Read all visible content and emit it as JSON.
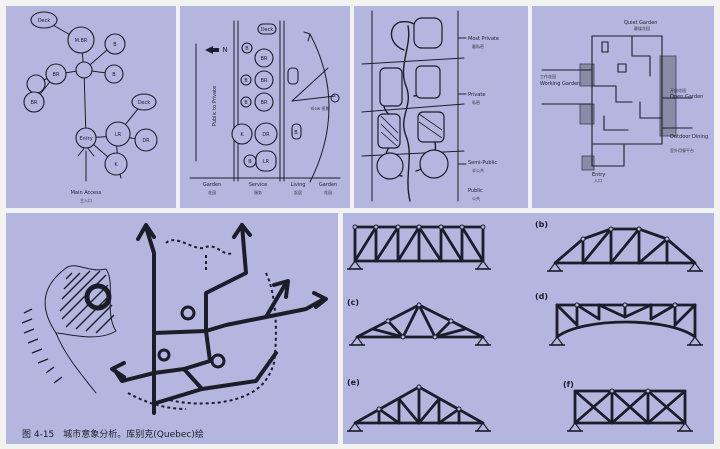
{
  "bubble_diagram": {
    "labels": [
      "Deck",
      "M.BR",
      "B",
      "B",
      "BR",
      "BR",
      "Deck",
      "Entry",
      "LR",
      "DR",
      "K"
    ],
    "entry_label": "Main Access",
    "entry_cn": "主入口"
  },
  "zoning_diagram": {
    "north": "N",
    "labels": [
      "Deck",
      "B",
      "BR",
      "BR",
      "B",
      "B",
      "BR",
      "K",
      "DR",
      "LR",
      "B",
      "B"
    ],
    "axis_label": "Public to Private",
    "zones": [
      "Garden",
      "Service",
      "Living",
      "Garden"
    ],
    "zones_cn": [
      "花园",
      "服务",
      "起居",
      "花园"
    ],
    "view_label": "View 视景"
  },
  "circulation_diagram": {
    "labels": [
      "Most Private",
      "Private",
      "Semi-Public",
      "Public"
    ],
    "labels_cn": [
      "最私密",
      "私密",
      "半公共",
      "公共"
    ]
  },
  "site_plan": {
    "labels": [
      "Quiet Garden",
      "Working Garden",
      "Open Garden",
      "Outdoor Dining",
      "Entry"
    ],
    "labels_cn": [
      "静谧花园",
      "工作花园",
      "开放花园",
      "室外用餐平台",
      "入口"
    ]
  },
  "urban_analysis": {
    "caption": "图 4-15　城市意象分析。库别克(Quebec)绘"
  },
  "truss_diagrams": {
    "labels": [
      "(b)",
      "(c)",
      "(d)",
      "(e)",
      "(f)"
    ]
  }
}
